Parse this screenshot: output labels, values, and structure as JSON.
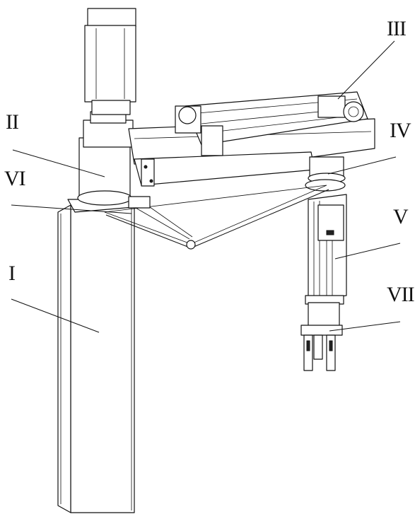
{
  "labels": {
    "I": "I",
    "II": "II",
    "III": "III",
    "IV": "IV",
    "V": "V",
    "VI": "VI",
    "VII": "VII"
  }
}
